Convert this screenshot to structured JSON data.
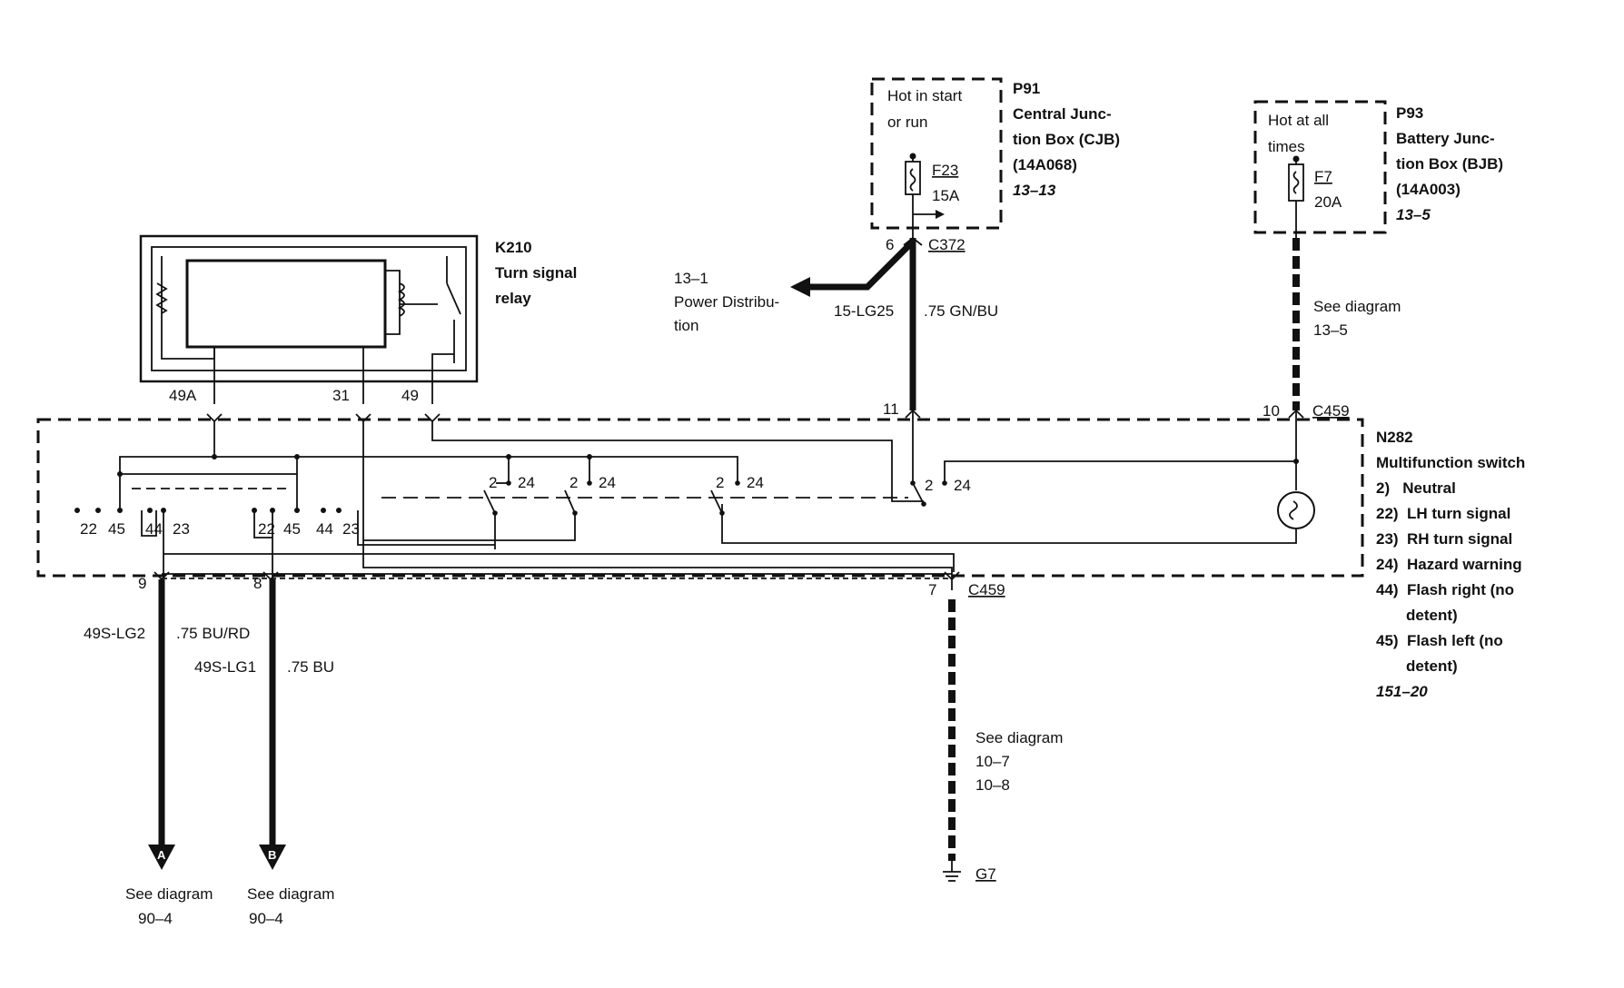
{
  "p91": {
    "note_line1": "Hot in start",
    "note_line2": "or run",
    "id": "P91",
    "name_line1": "Central Junc-",
    "name_line2": "tion Box (CJB)",
    "part": "(14A068)",
    "ref": "13–13",
    "fuse_id": "F23",
    "fuse_rating": "15A"
  },
  "p93": {
    "note_line1": "Hot at all",
    "note_line2": "times",
    "id": "P93",
    "name_line1": "Battery Junc-",
    "name_line2": "tion Box (BJB)",
    "part": "(14A003)",
    "ref": "13–5",
    "fuse_id": "F7",
    "fuse_rating": "20A"
  },
  "k210": {
    "id": "K210",
    "name_line1": "Turn signal",
    "name_line2": "relay",
    "pin_49a": "49A",
    "pin_31": "31",
    "pin_49": "49"
  },
  "c372": {
    "label": "C372",
    "pin": "6"
  },
  "power_dist": {
    "ref": "13–1",
    "line1": "Power Distribu-",
    "line2": "tion"
  },
  "wire_15": {
    "circuit": "15-LG25",
    "gauge": ".75 GN/BU"
  },
  "see_13_5": {
    "line1": "See diagram",
    "line2": "13–5"
  },
  "c459_top": {
    "label": "C459",
    "pin_left": "11",
    "pin_right": "10"
  },
  "n282": {
    "id": "N282",
    "name": "Multifunction switch",
    "legend": [
      "2)   Neutral",
      "22)  LH turn signal",
      "23)  RH turn signal",
      "24)  Hazard warning",
      "44)  Flash right (no",
      "detent)",
      "45)  Flash left (no",
      "detent)"
    ],
    "ref": "151–20"
  },
  "switch_pins": {
    "left_group": [
      "22",
      "45",
      "44",
      "23"
    ],
    "mid_group": [
      "22",
      "45",
      "44",
      "23"
    ],
    "hz": [
      "2",
      "24",
      "2",
      "24",
      "2",
      "24",
      "2",
      "24"
    ]
  },
  "c459_bottom": {
    "label": "C459",
    "pin": "7",
    "pin_a": "9",
    "pin_b": "8"
  },
  "wire_a": {
    "circuit": "49S-LG2",
    "gauge": ".75 BU/RD"
  },
  "wire_b": {
    "circuit": "49S-LG1",
    "gauge": ".75 BU"
  },
  "ground": {
    "line1": "See diagram",
    "line2": "10–7",
    "line3": "10–8",
    "label": "G7"
  },
  "conn_a": {
    "letter": "A",
    "line1": "See diagram",
    "line2": "90–4"
  },
  "conn_b": {
    "letter": "B",
    "line1": "See diagram",
    "line2": "90–4"
  }
}
